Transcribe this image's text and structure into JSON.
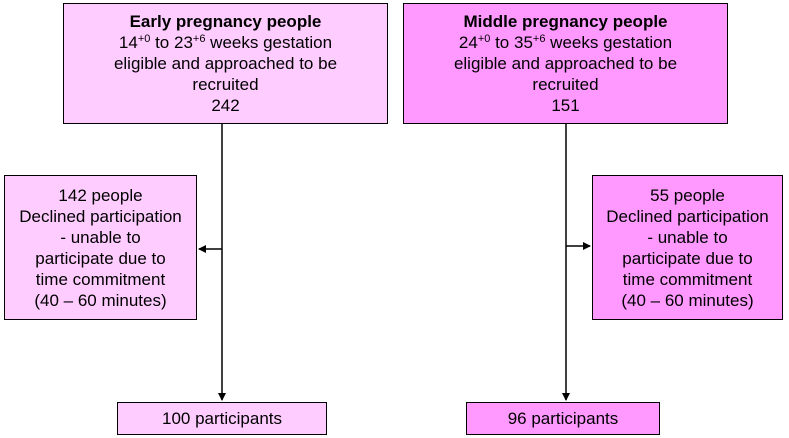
{
  "colors": {
    "light_pink": "#ffccff",
    "medium_pink": "#ff99ff",
    "line": "#000000"
  },
  "early": {
    "title": "Early pregnancy people",
    "range_start_num": "14",
    "range_start_sup": "+0",
    "range_to": " to ",
    "range_end_num": "23",
    "range_end_sup": "+6",
    "range_suffix": " weeks gestation",
    "line2": "eligible and approached to be",
    "line3": "recruited",
    "count": "242"
  },
  "middle": {
    "title": "Middle pregnancy people",
    "range_start_num": "24",
    "range_start_sup": "+0",
    "range_to": " to ",
    "range_end_num": "35",
    "range_end_sup": "+6",
    "range_suffix": " weeks gestation",
    "line2": "eligible and approached to be",
    "line3": "recruited",
    "count": "151"
  },
  "declined_left": {
    "lines": [
      "142 people",
      "Declined participation",
      "- unable to",
      "participate due to",
      "time commitment",
      "(40 – 60 minutes)"
    ]
  },
  "declined_right": {
    "lines": [
      "55 people",
      "Declined participation",
      "- unable to",
      "participate due to",
      "time commitment",
      "(40 – 60 minutes)"
    ]
  },
  "result_left": {
    "label": "100 participants"
  },
  "result_right": {
    "label": "96 participants"
  }
}
